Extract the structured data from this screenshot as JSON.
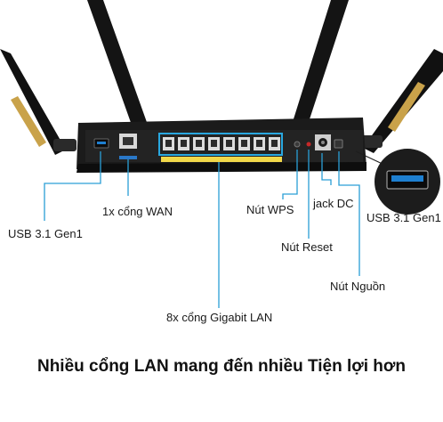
{
  "labels": {
    "usb_left": "USB 3.1 Gen1",
    "wan": "1x cổng WAN",
    "lan": "8x cổng Gigabit LAN",
    "wps": "Nút WPS",
    "reset": "Nút Reset",
    "dc": "jack DC",
    "power": "Nút Nguồn",
    "usb_right": "USB 3.1 Gen1"
  },
  "headline": "Nhiều cổng LAN mang đến nhiều Tiện lợi hơn",
  "colors": {
    "callout_line": "#2a9fd6",
    "router_body": "#1b1b1b",
    "lan_ports_frame": "#29a8e0",
    "usb_accent": "#1e7fd0",
    "antenna_gold": "#c9a24a"
  },
  "icons": [
    "usb-port-icon",
    "wan-port-icon",
    "lan-port-icon",
    "dc-jack-icon",
    "power-button-icon",
    "reset-button-icon",
    "wps-button-icon",
    "usb-port-zoom-icon"
  ]
}
